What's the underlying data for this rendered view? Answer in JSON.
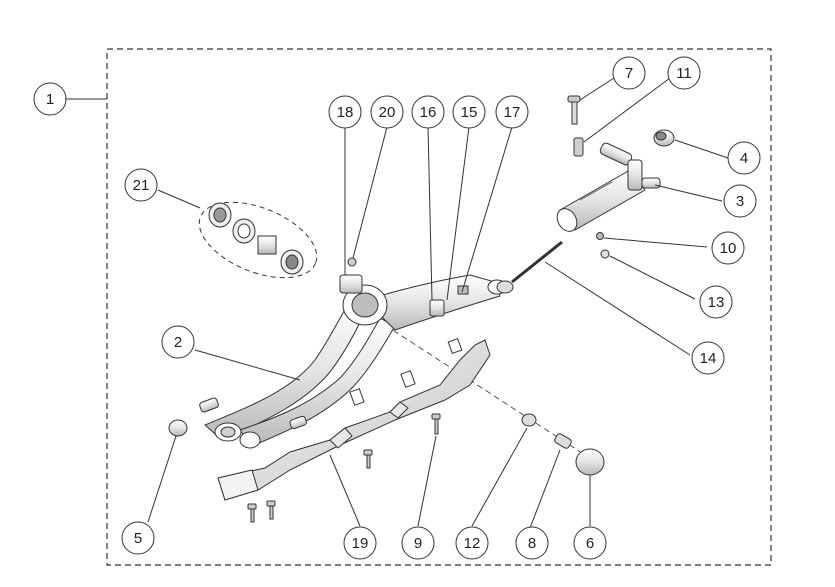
{
  "diagram": {
    "type": "exploded parts diagram",
    "callouts": [
      {
        "id": "c1",
        "label": "1"
      },
      {
        "id": "c2",
        "label": "2"
      },
      {
        "id": "c3",
        "label": "3"
      },
      {
        "id": "c4",
        "label": "4"
      },
      {
        "id": "c5",
        "label": "5"
      },
      {
        "id": "c6",
        "label": "6"
      },
      {
        "id": "c7",
        "label": "7"
      },
      {
        "id": "c8",
        "label": "8"
      },
      {
        "id": "c9",
        "label": "9"
      },
      {
        "id": "c10",
        "label": "10"
      },
      {
        "id": "c11",
        "label": "11"
      },
      {
        "id": "c12",
        "label": "12"
      },
      {
        "id": "c13",
        "label": "13"
      },
      {
        "id": "c14",
        "label": "14"
      },
      {
        "id": "c15",
        "label": "15"
      },
      {
        "id": "c16",
        "label": "16"
      },
      {
        "id": "c17",
        "label": "17"
      },
      {
        "id": "c18",
        "label": "18"
      },
      {
        "id": "c19",
        "label": "19"
      },
      {
        "id": "c20",
        "label": "20"
      },
      {
        "id": "c21",
        "label": "21"
      }
    ]
  }
}
